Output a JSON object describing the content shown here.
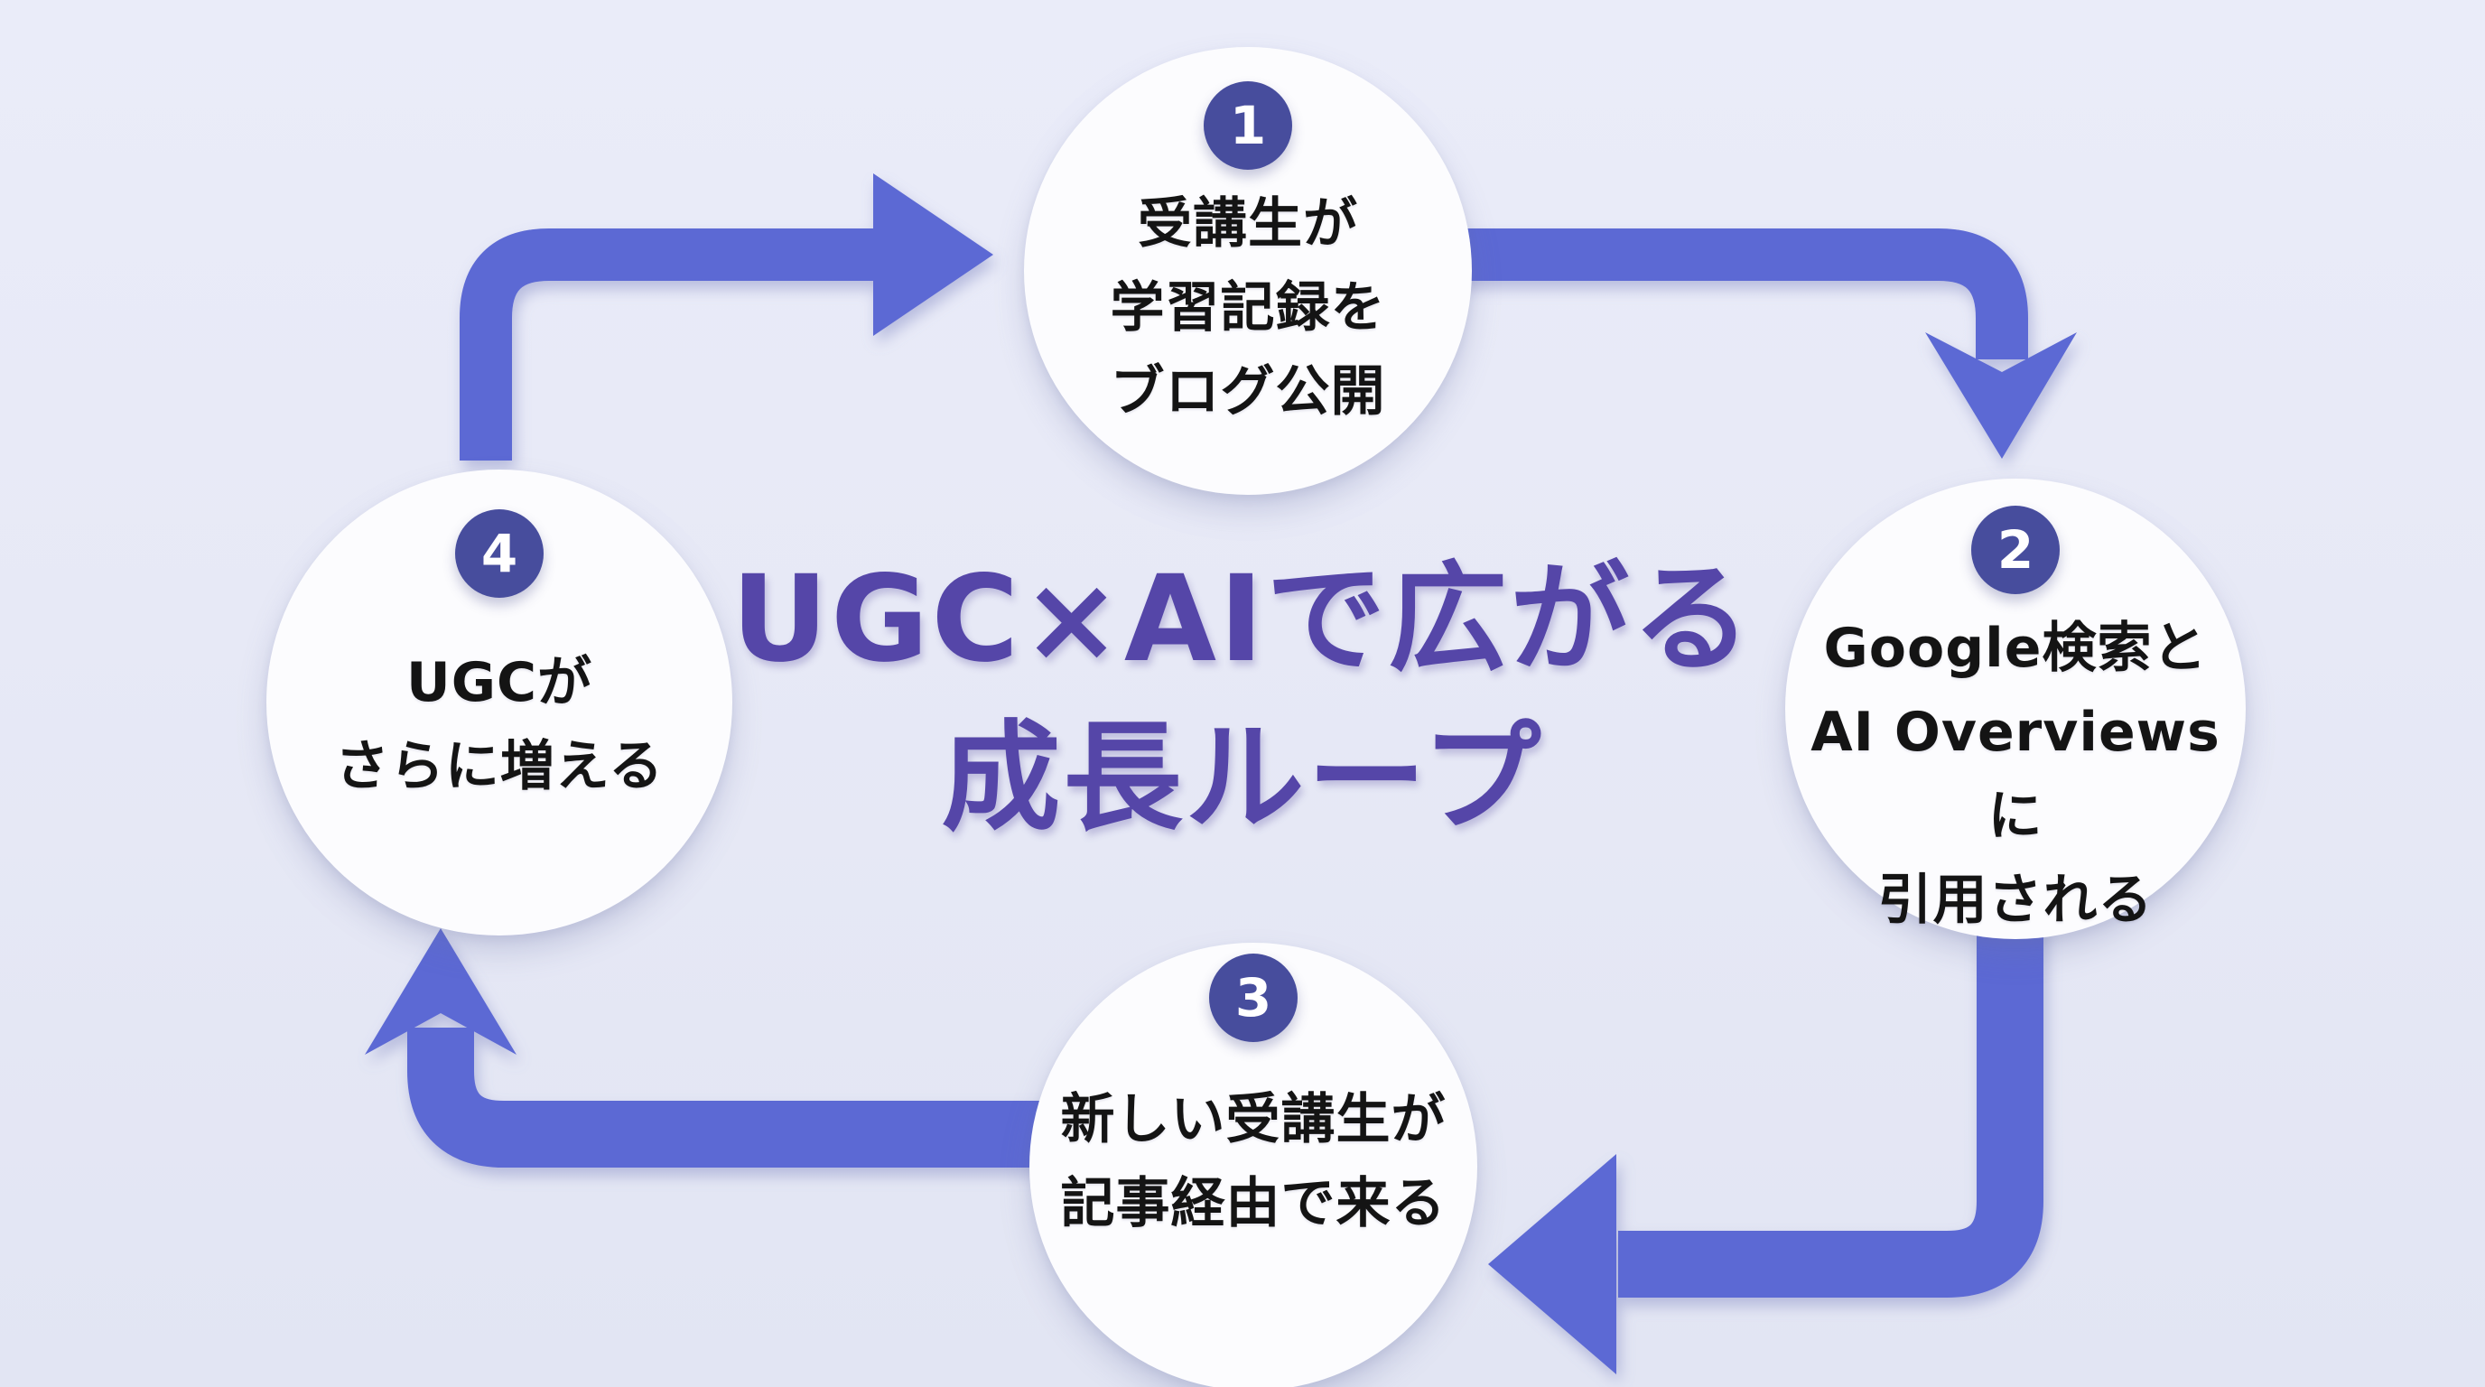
{
  "title": {
    "line1": "UGC×AIで広がる",
    "line2": "成長ループ"
  },
  "steps": [
    {
      "number": "1",
      "lines": [
        "受講生が",
        "学習記録を",
        "ブログ公開"
      ]
    },
    {
      "number": "2",
      "lines": [
        "Google検索と",
        "AI Overviewsに",
        "引用される"
      ]
    },
    {
      "number": "3",
      "lines": [
        "新しい受講生が",
        "記事経由で来る"
      ]
    },
    {
      "number": "4",
      "lines": [
        "UGCが",
        "さらに増える"
      ]
    }
  ],
  "loop_order": [
    "1",
    "2",
    "3",
    "4"
  ],
  "colors": {
    "background": "#e7e9f6",
    "background_top": "#eaecf9",
    "background_bottom": "#e2e5f3",
    "circle_fill": "#fcfcfe",
    "arrow": "#5c69d4",
    "badge": "#474d9d",
    "badge_number": "#ffffff",
    "step_text": "#141414",
    "title": "#5546a8"
  }
}
